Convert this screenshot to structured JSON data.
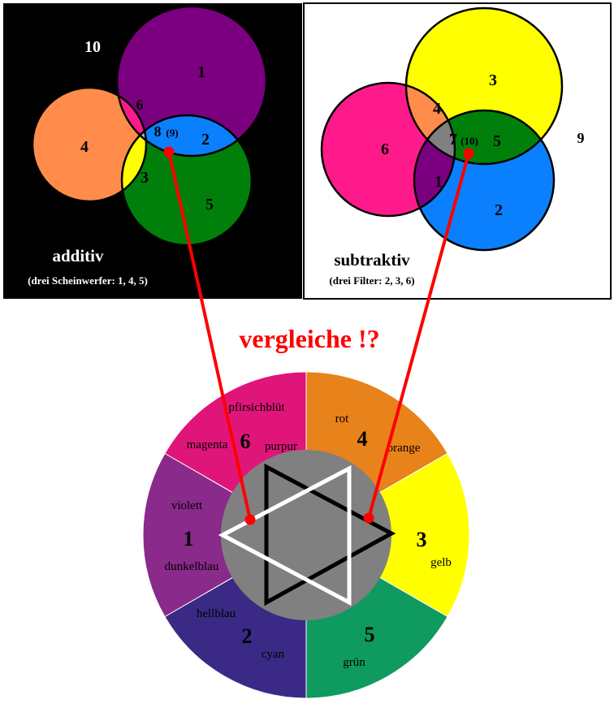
{
  "additive": {
    "title": "additiv",
    "subtitle": "(drei Scheinwerfer: 1, 4, 5)",
    "outside_number": "10",
    "regions": {
      "r1": "1",
      "r4": "4",
      "r5": "5",
      "r6": "6",
      "r2": "2",
      "r3": "3",
      "center": "8",
      "center_alt": "(9)"
    },
    "colors": {
      "background": "#000000",
      "r1": "#7b0080",
      "r4": "#ff8c4a",
      "r5": "#00800a",
      "r6": "#ff1a8c",
      "r2": "#0a80ff",
      "r3": "#ffff00",
      "center": "#bfbfbf"
    }
  },
  "subtractive": {
    "title": "subtraktiv",
    "subtitle": "(drei Filter: 2, 3, 6)",
    "outside_number": "9",
    "regions": {
      "r3": "3",
      "r6": "6",
      "r2": "2",
      "r4": "4",
      "r5": "5",
      "r1": "1",
      "center": "7",
      "center_alt": "(10)"
    },
    "colors": {
      "background": "#ffffff",
      "r3": "#ffff00",
      "r6": "#ff1a8c",
      "r2": "#0a80ff",
      "r4": "#ff8c4a",
      "r5": "#00800a",
      "r1": "#7b0080",
      "center": "#808080"
    }
  },
  "compare_label": "vergleiche !?",
  "wheel": {
    "segments": [
      {
        "number": "6",
        "labels": [
          "pfirsichblüt",
          "magenta",
          "purpur"
        ],
        "color": "#e0157a"
      },
      {
        "number": "4",
        "labels": [
          "rot",
          "orange"
        ],
        "color": "#e8821a"
      },
      {
        "number": "3",
        "labels": [
          "gelb"
        ],
        "color": "#ffff00"
      },
      {
        "number": "5",
        "labels": [
          "grün"
        ],
        "color": "#0f9a60"
      },
      {
        "number": "2",
        "labels": [
          "hellblau",
          "cyan"
        ],
        "color": "#3a2a85"
      },
      {
        "number": "1",
        "labels": [
          "violett",
          "dunkelblau"
        ],
        "color": "#8a2a8a"
      }
    ],
    "hub_color": "#808080"
  },
  "connector_color": "#ff0000"
}
